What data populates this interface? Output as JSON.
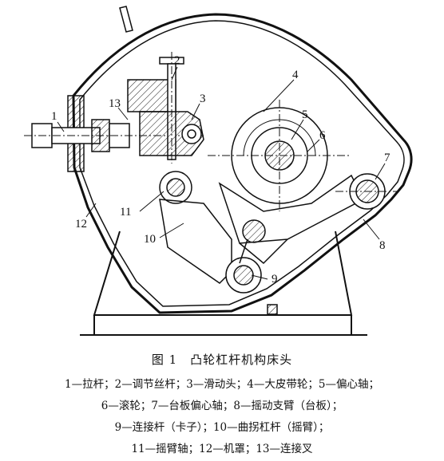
{
  "figure": {
    "parts": [
      {
        "num": "1"
      },
      {
        "num": "2"
      },
      {
        "num": "3"
      },
      {
        "num": "4"
      },
      {
        "num": "5"
      },
      {
        "num": "6"
      },
      {
        "num": "7"
      },
      {
        "num": "8"
      },
      {
        "num": "9"
      },
      {
        "num": "10"
      },
      {
        "num": "11"
      },
      {
        "num": "12"
      },
      {
        "num": "13"
      }
    ]
  },
  "caption": {
    "title": "图 1　凸轮杠杆机构床头",
    "lines": [
      "1—拉杆；2—调节丝杆；3—滑动头；4—大皮带轮；5—偏心轴；",
      "6—滚轮；7—台板偏心轴；8—摇动支臂（台板）；",
      "9—连接杆（卡子）；10—曲拐杠杆（摇臂）；",
      "11—摇臂轴；12—机罩；13—连接叉"
    ]
  }
}
